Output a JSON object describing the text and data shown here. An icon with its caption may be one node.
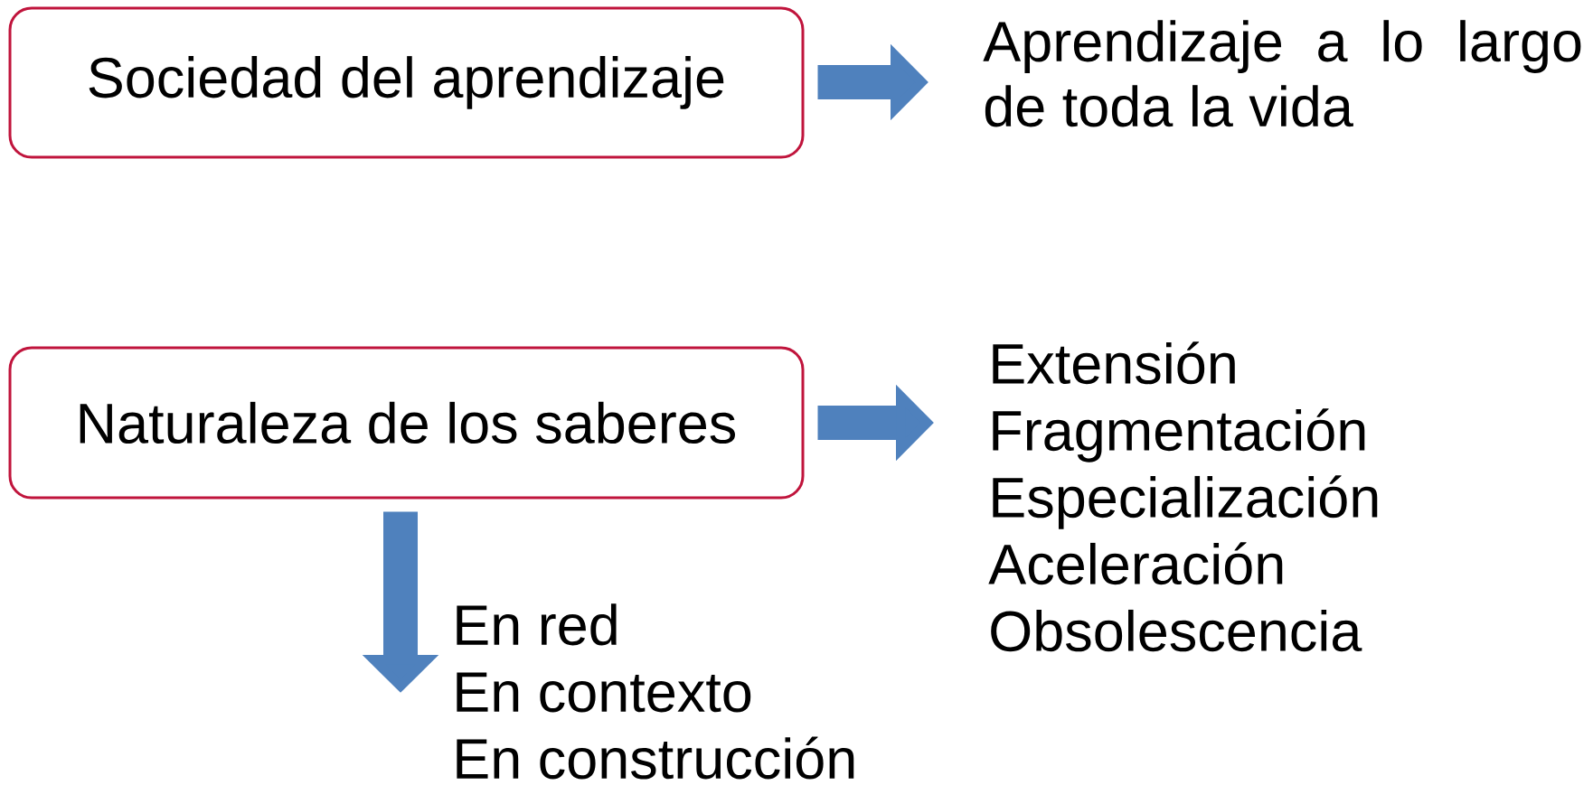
{
  "diagram": {
    "nodes": [
      {
        "text": [
          "Sociedad del aprendizaje"
        ]
      },
      {
        "text": [
          "Aprendizaje a lo largo de toda la vida"
        ]
      },
      {
        "text": [
          "Naturaleza de los saberes"
        ]
      },
      {
        "text": [
          "Extensión",
          "Fragmentación",
          "Especialización",
          "Aceleración",
          "Obsolescencia"
        ]
      },
      {
        "text": [
          "En red",
          "En contexto",
          "En construcción"
        ]
      }
    ],
    "edges": [
      {
        "from": 0,
        "to": 1,
        "arrow": "to"
      },
      {
        "from": 2,
        "to": 3,
        "arrow": "to"
      },
      {
        "from": 2,
        "to": 4,
        "arrow": "to"
      }
    ]
  }
}
